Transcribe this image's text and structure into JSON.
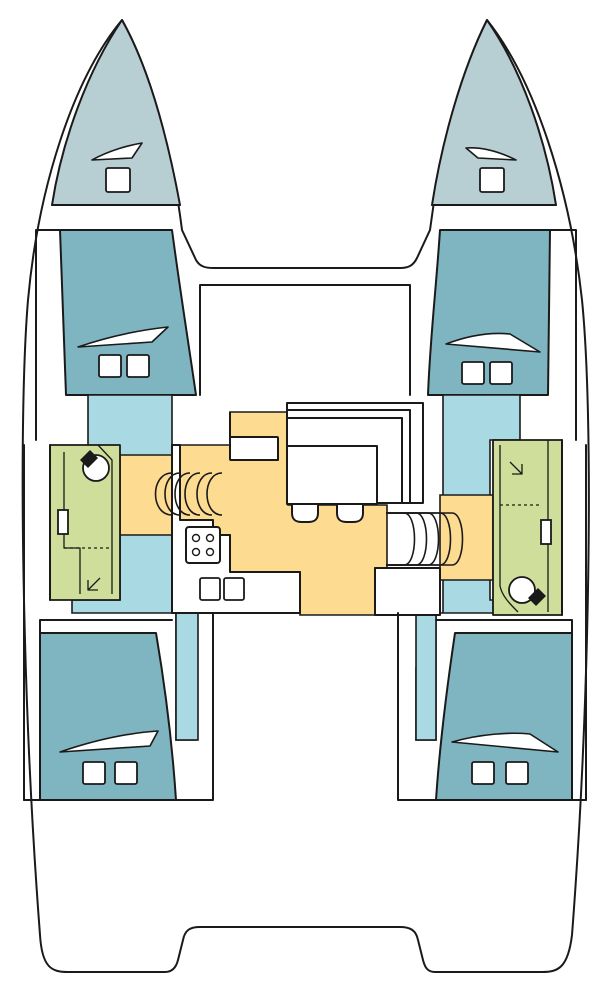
{
  "colors": {
    "hull_outline": "#1a1a1a",
    "forepeak": "#b7cfd2",
    "cabin": "#7fb5c0",
    "corridor": "#a9d9e3",
    "salon_galley": "#fddc91",
    "head": "#cfdf9b",
    "furniture": "#ffffff"
  },
  "icons": [
    "pillow-icon",
    "folded-sheet-icon",
    "stove-burner-icon",
    "sink-icon",
    "toilet-icon",
    "shower-arrow-icon",
    "companionway-steps-icon"
  ],
  "plan": {
    "forepeaks": [
      "port-forepeak",
      "starboard-forepeak"
    ],
    "cabins": [
      "port-forward-cabin",
      "starboard-forward-cabin",
      "port-aft-cabin",
      "starboard-aft-cabin"
    ],
    "heads": [
      "port-head",
      "starboard-head"
    ],
    "salon": [
      "saloon-table",
      "galley",
      "port-steps",
      "starboard-steps"
    ]
  }
}
